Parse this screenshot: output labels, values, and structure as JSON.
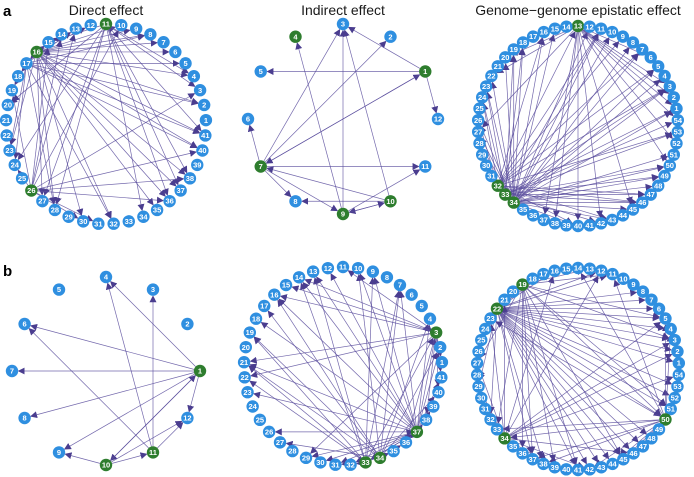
{
  "panel_labels": {
    "top": "a",
    "bottom": "b"
  },
  "column_titles": [
    "Direct effect",
    "Indirect effect",
    "Genome−genome epistatic effect"
  ],
  "colors": {
    "node_blue": "#2f8fe0",
    "node_green": "#2e7d2e",
    "edge": "#5b4d9e",
    "label": "#ffffff"
  },
  "networks": [
    {
      "id": "a-direct",
      "layout": "ring",
      "order": [
        "11",
        "10",
        "9",
        "8",
        "7",
        "6",
        "5",
        "4",
        "3",
        "2",
        "1",
        "41",
        "40",
        "39",
        "38",
        "37",
        "36",
        "35",
        "34",
        "33",
        "32",
        "31",
        "30",
        "29",
        "28",
        "27",
        "26",
        "25",
        "24",
        "23",
        "22",
        "21",
        "20",
        "19",
        "18",
        "17",
        "16",
        "15",
        "14",
        "13",
        "12"
      ],
      "green": [
        "11",
        "16",
        "26"
      ],
      "hubs": [
        "16",
        "11",
        "17",
        "26"
      ]
    },
    {
      "id": "a-indirect",
      "layout": "ring",
      "order": [
        "3",
        "2",
        "1",
        "12",
        "11",
        "10",
        "9",
        "8",
        "7",
        "6",
        "5",
        "4"
      ],
      "green": [
        "4",
        "1",
        "7",
        "10",
        "9"
      ],
      "hubs": [
        "7",
        "1",
        "10",
        "9"
      ]
    },
    {
      "id": "a-epistatic",
      "layout": "ring",
      "order": [
        "13",
        "12",
        "11",
        "10",
        "9",
        "8",
        "7",
        "6",
        "5",
        "4",
        "3",
        "2",
        "1",
        "54",
        "53",
        "52",
        "51",
        "50",
        "49",
        "48",
        "47",
        "46",
        "45",
        "44",
        "43",
        "42",
        "41",
        "40",
        "39",
        "38",
        "37",
        "36",
        "35",
        "34",
        "33",
        "32",
        "31",
        "30",
        "29",
        "28",
        "27",
        "26",
        "25",
        "24",
        "23",
        "22",
        "21",
        "20",
        "19",
        "18",
        "17",
        "16",
        "15",
        "14"
      ],
      "green": [
        "13",
        "32",
        "33",
        "34"
      ],
      "hubs": [
        "34",
        "33",
        "32",
        "13"
      ]
    },
    {
      "id": "b-direct",
      "layout": "ring",
      "order": [
        "4",
        "3",
        "2",
        "1",
        "12",
        "11",
        "10",
        "9",
        "8",
        "7",
        "6",
        "5"
      ],
      "green": [
        "1",
        "11",
        "10"
      ],
      "hubs": [
        "1",
        "10",
        "11"
      ]
    },
    {
      "id": "b-indirect",
      "layout": "ring",
      "order": [
        "11",
        "10",
        "9",
        "8",
        "7",
        "6",
        "5",
        "4",
        "3",
        "2",
        "1",
        "41",
        "40",
        "39",
        "38",
        "37",
        "36",
        "35",
        "34",
        "33",
        "32",
        "31",
        "30",
        "29",
        "28",
        "27",
        "26",
        "25",
        "24",
        "23",
        "22",
        "21",
        "20",
        "19",
        "18",
        "17",
        "16",
        "15",
        "14",
        "13",
        "12"
      ],
      "green": [
        "3",
        "33",
        "34",
        "37"
      ],
      "hubs": [
        "37",
        "34",
        "33",
        "3"
      ]
    },
    {
      "id": "b-epistatic",
      "layout": "ring",
      "order": [
        "14",
        "13",
        "12",
        "11",
        "10",
        "9",
        "8",
        "7",
        "6",
        "5",
        "4",
        "3",
        "2",
        "1",
        "54",
        "53",
        "52",
        "51",
        "50",
        "49",
        "48",
        "47",
        "46",
        "45",
        "44",
        "43",
        "42",
        "41",
        "40",
        "39",
        "38",
        "37",
        "36",
        "35",
        "34",
        "33",
        "32",
        "31",
        "30",
        "29",
        "28",
        "27",
        "26",
        "25",
        "24",
        "23",
        "22",
        "21",
        "20",
        "19",
        "18",
        "17",
        "16",
        "15"
      ],
      "green": [
        "19",
        "22",
        "34",
        "50"
      ],
      "hubs": [
        "22",
        "34",
        "50",
        "19"
      ]
    }
  ]
}
